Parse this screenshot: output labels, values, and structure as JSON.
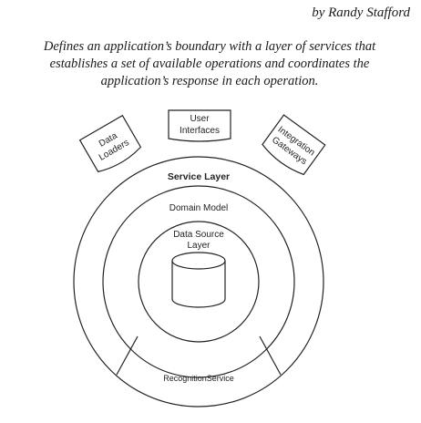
{
  "author": "by Randy Stafford",
  "description_lines": [
    "Defines an application’s boundary with a layer of services that",
    "establishes a set of available operations and coordinates the",
    "application’s response in each operation."
  ],
  "diagram": {
    "clients": {
      "data_loaders": [
        "Data",
        "Loaders"
      ],
      "user_interfaces": [
        "User",
        "Interfaces"
      ],
      "integration_gateways": [
        "Integration",
        "Gateways"
      ]
    },
    "service_layer": "Service Layer",
    "domain_model": "Domain Model",
    "data_source_layer": [
      "Data Source",
      "Layer"
    ],
    "recognition_service": "RecognitionService"
  }
}
